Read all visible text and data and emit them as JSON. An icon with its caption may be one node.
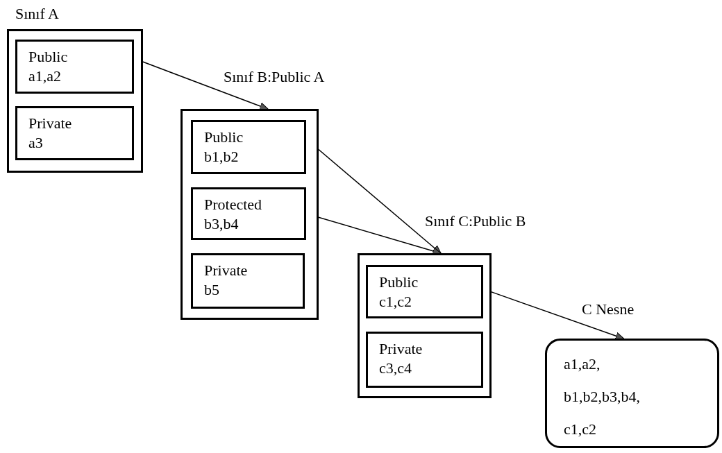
{
  "diagram": {
    "nodes": [
      {
        "text": [
          "Sınıf A"
        ]
      },
      {
        "text": [
          "Public",
          "a1,a2"
        ],
        "in": 0
      },
      {
        "text": [
          "Private",
          "a3"
        ],
        "in": 0
      },
      {
        "text": [
          "Sınıf B:Public A"
        ]
      },
      {
        "text": [
          "Public",
          "b1,b2"
        ],
        "in": 3
      },
      {
        "text": [
          "Protected",
          "b3,b4"
        ],
        "in": 3
      },
      {
        "text": [
          "Private",
          "b5"
        ],
        "in": 3
      },
      {
        "text": [
          "Sınıf C:Public B"
        ]
      },
      {
        "text": [
          "Public",
          "c1,c2"
        ],
        "in": 7
      },
      {
        "text": [
          "Private",
          "c3,c4"
        ],
        "in": 7
      },
      {
        "text": [
          "C Nesne",
          "a1,a2, b1,b2,b3,b4, c1,c2"
        ]
      }
    ],
    "edges": [
      {
        "from": 1,
        "to": 3,
        "arrow": "to"
      },
      {
        "from": 4,
        "to": 7,
        "arrow": "to"
      },
      {
        "from": 5,
        "to": 7,
        "arrow": "to"
      },
      {
        "from": 8,
        "to": 10,
        "arrow": "to"
      }
    ]
  }
}
